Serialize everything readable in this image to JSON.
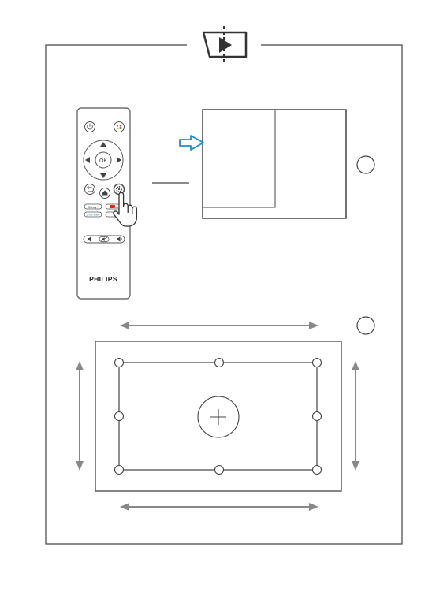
{
  "header": {
    "icon": "screen-mirror-play-icon"
  },
  "remote": {
    "brand": "PHILIPS",
    "ok_label": "OK",
    "app_buttons": [
      "Disney+",
      "YouTube",
      "prime video",
      ""
    ],
    "icons": [
      "power-icon",
      "google-assistant-icon",
      "up-arrow-icon",
      "down-arrow-icon",
      "left-arrow-icon",
      "right-arrow-icon",
      "back-icon",
      "home-icon",
      "settings-gear-icon",
      "volume-down-icon",
      "mute-icon",
      "volume-up-icon",
      "pointing-hand-icon"
    ]
  },
  "step1": {
    "marker": "",
    "arrow_color": "#1a8fd0"
  },
  "step2": {
    "marker": ""
  },
  "colors": {
    "line": "#444444",
    "accent": "#1a8fd0",
    "remote_fill": "#ffffff"
  }
}
